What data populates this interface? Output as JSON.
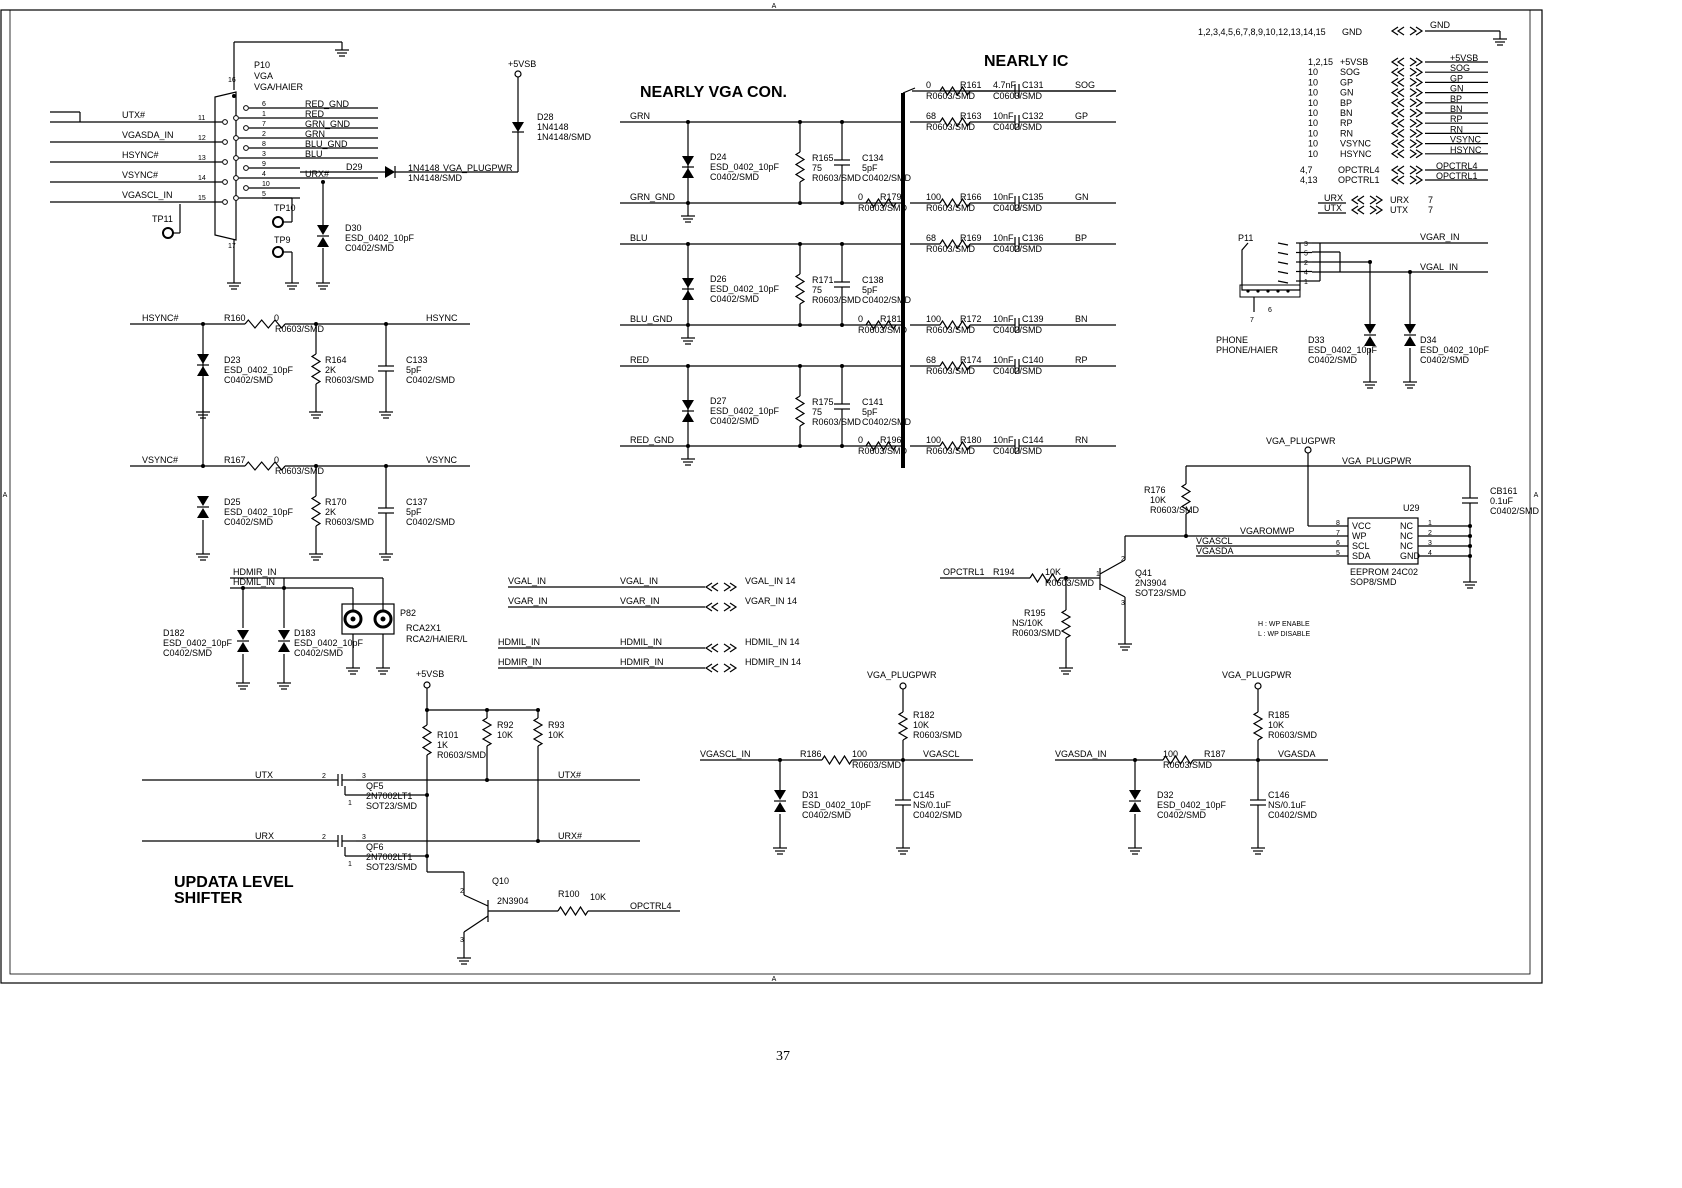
{
  "page_number": "37",
  "frame_marks": {
    "top": "A",
    "bottom": "A",
    "left": "A",
    "right": "A"
  },
  "headings": {
    "vga_con": "NEARLY VGA CON.",
    "ic": "NEARLY IC",
    "shifter_1": "UPDATA LEVEL",
    "shifter_2": "SHIFTER"
  },
  "connector": {
    "ref": "P10",
    "type": "VGA",
    "part": "VGA/HAIER",
    "pin16": "16",
    "pin17": "17",
    "pins": [
      {
        "num": "6",
        "sig": "RED_GND"
      },
      {
        "num": "1",
        "sig": "RED"
      },
      {
        "num": "7",
        "sig": "GRN_GND"
      },
      {
        "num": "2",
        "sig": "GRN"
      },
      {
        "num": "8",
        "sig": "BLU_GND"
      },
      {
        "num": "3",
        "sig": "BLU"
      },
      {
        "num": "9",
        "sig": ""
      },
      {
        "num": "4",
        "sig": "URX#"
      },
      {
        "num": "10",
        "sig": ""
      },
      {
        "num": "5",
        "sig": ""
      }
    ],
    "left_nets": [
      {
        "name": "UTX#",
        "pin": "11"
      },
      {
        "name": "VGASDA_IN",
        "pin": "12"
      },
      {
        "name": "HSYNC#",
        "pin": "13"
      },
      {
        "name": "VSYNC#",
        "pin": "14"
      },
      {
        "name": "VGASCL_IN",
        "pin": "15"
      }
    ],
    "tp": [
      "TP11",
      "TP10",
      "TP9"
    ]
  },
  "plug": {
    "vsb": "+5VSB",
    "d28": {
      "ref": "D28",
      "v1": "1N4148",
      "v2": "1N4148/SMD"
    },
    "d29": {
      "ref": "D29",
      "v1": "1N4148",
      "v2": "1N4148/SMD"
    },
    "net": "VGA_PLUGPWR",
    "d30": {
      "ref": "D30",
      "v1": "ESD_0402_10pF",
      "v2": "C0402/SMD"
    }
  },
  "sync": [
    {
      "in": "HSYNC#",
      "out": "HSYNC",
      "r": "R160",
      "rv": "0",
      "rp": "R0603/SMD",
      "d": "D23",
      "dv": "ESD_0402_10pF",
      "dp": "C0402/SMD",
      "r2": "R164",
      "r2v": "2K",
      "r2p": "R0603/SMD",
      "c": "C133",
      "cv": "5pF",
      "cp": "C0402/SMD"
    },
    {
      "in": "VSYNC#",
      "out": "VSYNC",
      "r": "R167",
      "rv": "0",
      "rp": "R0603/SMD",
      "d": "D25",
      "dv": "ESD_0402_10pF",
      "dp": "C0402/SMD",
      "r2": "R170",
      "r2v": "2K",
      "r2p": "R0603/SMD",
      "c": "C137",
      "cv": "5pF",
      "cp": "C0402/SMD"
    }
  ],
  "hdmi_rca": {
    "n1": "HDMIR_IN",
    "n2": "HDMIL_IN",
    "d1": {
      "ref": "D182",
      "v": "ESD_0402_10pF",
      "p": "C0402/SMD"
    },
    "d2": {
      "ref": "D183",
      "v": "ESD_0402_10pF",
      "p": "C0402/SMD"
    },
    "conn": {
      "ref": "P82",
      "v": "RCA2X1",
      "p": "RCA2/HAIER/L"
    }
  },
  "offpage": [
    {
      "l": "VGAL_IN",
      "r": "VGAL_IN",
      "dest": "VGAL_IN  14"
    },
    {
      "l": "VGAR_IN",
      "r": "VGAR_IN",
      "dest": "VGAR_IN  14"
    },
    {
      "l": "HDMIL_IN",
      "r": "HDMIL_IN",
      "dest": "HDMIL_IN  14"
    },
    {
      "l": "HDMIR_IN",
      "r": "HDMIR_IN",
      "dest": "HDMIR_IN  14"
    }
  ],
  "rgb": [
    {
      "sig": "GRN",
      "gnd": "GRN_GND",
      "d": "D24",
      "dv": "ESD_0402_10pF",
      "dp": "C0402/SMD",
      "r": "R165",
      "rv": "75",
      "rp": "R0603/SMD",
      "c": "C134",
      "cv": "5pF",
      "cp": "C0402/SMD"
    },
    {
      "sig": "BLU",
      "gnd": "BLU_GND",
      "d": "D26",
      "dv": "ESD_0402_10pF",
      "dp": "C0402/SMD",
      "r": "R171",
      "rv": "75",
      "rp": "R0603/SMD",
      "c": "C138",
      "cv": "5pF",
      "cp": "C0402/SMD"
    },
    {
      "sig": "RED",
      "gnd": "RED_GND",
      "d": "D27",
      "dv": "ESD_0402_10pF",
      "dp": "C0402/SMD",
      "r": "R175",
      "rv": "75",
      "rp": "R0603/SMD",
      "c": "C141",
      "cv": "5pF",
      "cp": "C0402/SMD"
    }
  ],
  "ic_nets": [
    {
      "ra": "0",
      "raRef": "R161",
      "rp": "R0603/SMD",
      "cv": "4.7nF",
      "c": "C131",
      "cp": "C0603/SMD",
      "net": "SOG"
    },
    {
      "ra": "68",
      "raRef": "R163",
      "rp": "R0603/SMD",
      "cv": "10nF",
      "c": "C132",
      "cp": "C0402/SMD",
      "net": "GP"
    },
    {
      "rz": "0",
      "rzRef": "R179",
      "rzp": "R0603/SMD",
      "ra": "100",
      "raRef": "R166",
      "rp": "R0603/SMD",
      "cv": "10nF",
      "c": "C135",
      "cp": "C0402/SMD",
      "net": "GN"
    },
    {
      "ra": "68",
      "raRef": "R169",
      "rp": "R0603/SMD",
      "cv": "10nF",
      "c": "C136",
      "cp": "C0402/SMD",
      "net": "BP"
    },
    {
      "rz": "0",
      "rzRef": "R181",
      "rzp": "R0603/SMD",
      "ra": "100",
      "raRef": "R172",
      "rp": "R0603/SMD",
      "cv": "10nF",
      "c": "C139",
      "cp": "C0402/SMD",
      "net": "BN"
    },
    {
      "ra": "68",
      "raRef": "R174",
      "rp": "R0603/SMD",
      "cv": "10nF",
      "c": "C140",
      "cp": "C0402/SMD",
      "net": "RP"
    },
    {
      "rz": "0",
      "rzRef": "R196",
      "rzp": "R0603/SMD",
      "ra": "100",
      "raRef": "R180",
      "rp": "R0603/SMD",
      "cv": "10nF",
      "c": "C144",
      "cp": "C0402/SMD",
      "net": "RN"
    }
  ],
  "ports": {
    "gnd_pins": "1,2,3,4,5,6,7,8,9,10,12,13,14,15",
    "gnd_lbl": "GND",
    "gnd_net": "GND",
    "list": [
      {
        "pin": "1,2,15",
        "name": "+5VSB",
        "net": "+5VSB"
      },
      {
        "pin": "10",
        "name": "SOG",
        "net": "SOG"
      },
      {
        "pin": "10",
        "name": "GP",
        "net": "GP"
      },
      {
        "pin": "10",
        "name": "GN",
        "net": "GN"
      },
      {
        "pin": "10",
        "name": "BP",
        "net": "BP"
      },
      {
        "pin": "10",
        "name": "BN",
        "net": "BN"
      },
      {
        "pin": "10",
        "name": "RP",
        "net": "RP"
      },
      {
        "pin": "10",
        "name": "RN",
        "net": "RN"
      },
      {
        "pin": "10",
        "name": "VSYNC",
        "net": "VSYNC"
      },
      {
        "pin": "10",
        "name": "HSYNC",
        "net": "HSYNC"
      }
    ],
    "opc": [
      {
        "pin": "4,7",
        "name": "OPCTRL4",
        "net": "OPCTRL4"
      },
      {
        "pin": "4,13",
        "name": "OPCTRL1",
        "net": "OPCTRL1"
      }
    ],
    "uart": [
      {
        "l": "URX",
        "r": "URX",
        "pg": "7"
      },
      {
        "l": "UTX",
        "r": "UTX",
        "pg": "7"
      }
    ]
  },
  "phone": {
    "ref": "P11",
    "name": "PHONE",
    "part": "PHONE/HAIER",
    "r": "VGAR_IN",
    "l": "VGAL_IN",
    "pins": [
      "3",
      "5",
      "2",
      "4",
      "1"
    ],
    "p6": "6",
    "p7": "7",
    "d33": {
      "ref": "D33",
      "v": "ESD_0402_10pF",
      "p": "C0402/SMD"
    },
    "d34": {
      "ref": "D34",
      "v": "ESD_0402_10pF",
      "p": "C0402/SMD"
    }
  },
  "eeprom": {
    "pwr": "VGA_PLUGPWR",
    "pwr2": "VGA_PLUGPWR",
    "r176": {
      "ref": "R176",
      "v": "10K",
      "p": "R0603/SMD"
    },
    "cb161": {
      "ref": "CB161",
      "v": "0.1uF",
      "p": "C0402/SMD"
    },
    "u": "U29",
    "chip": "EEPROM 24C02",
    "pkg": "SOP8/SMD",
    "pinsL": [
      {
        "n": "8",
        "s": "VCC"
      },
      {
        "n": "7",
        "s": "WP"
      },
      {
        "n": "6",
        "s": "SCL"
      },
      {
        "n": "5",
        "s": "SDA"
      }
    ],
    "pinsR": [
      {
        "n": "1",
        "s": "NC"
      },
      {
        "n": "2",
        "s": "NC"
      },
      {
        "n": "3",
        "s": "NC"
      },
      {
        "n": "4",
        "s": "GND"
      }
    ],
    "wp": "VGAROMWP",
    "scl": "VGASCL",
    "sda": "VGASDA",
    "note1": "H : WP ENABLE",
    "note2": "L : WP DISABLE"
  },
  "wp_ctrl": {
    "in": "OPCTRL1",
    "r": "R194",
    "rv": "10K",
    "rp": "R0603/SMD",
    "r195": {
      "ref": "R195",
      "v": "NS/10K",
      "p": "R0603/SMD"
    },
    "q": {
      "ref": "Q41",
      "v": "2N3904",
      "p": "SOT23/SMD"
    },
    "p1": "1",
    "p2": "2",
    "p3": "3"
  },
  "i2c": [
    {
      "pwr": "VGA_PLUGPWR",
      "in": "VGASCL_IN",
      "out": "VGASCL",
      "r": "R186",
      "rv": "100",
      "rp": "R0603/SMD",
      "rpu": "R182",
      "rpuv": "10K",
      "rpup": "R0603/SMD",
      "d": "D31",
      "dv": "ESD_0402_10pF",
      "dp": "C0402/SMD",
      "c": "C145",
      "cv": "NS/0.1uF",
      "cp": "C0402/SMD"
    },
    {
      "pwr": "VGA_PLUGPWR",
      "in": "VGASDA_IN",
      "out": "VGASDA",
      "r": "R187",
      "rv": "100",
      "rp": "R0603/SMD",
      "rpu": "R185",
      "rpuv": "10K",
      "rpup": "R0603/SMD",
      "d": "D32",
      "dv": "ESD_0402_10pF",
      "dp": "C0402/SMD",
      "c": "C146",
      "cv": "NS/0.1uF",
      "cp": "C0402/SMD"
    }
  ],
  "shifter": {
    "vsb": "+5VSB",
    "r101": {
      "ref": "R101",
      "v": "1K",
      "p": "R0603/SMD"
    },
    "r92": {
      "ref": "R92",
      "v": "10K"
    },
    "r93": {
      "ref": "R93",
      "v": "10K"
    },
    "utx": "UTX",
    "utxb": "UTX#",
    "urx": "URX",
    "urxb": "URX#",
    "qf5": {
      "ref": "QF5",
      "v": "2N7002LT1",
      "p": "SOT23/SMD"
    },
    "qf6": {
      "ref": "QF6",
      "v": "2N7002LT1",
      "p": "SOT23/SMD"
    },
    "q10": {
      "ref": "Q10",
      "v": "2N3904"
    },
    "r100": {
      "ref": "R100",
      "v": "10K"
    },
    "opc": "OPCTRL4",
    "p1": "1",
    "p2": "2",
    "p3": "3"
  }
}
